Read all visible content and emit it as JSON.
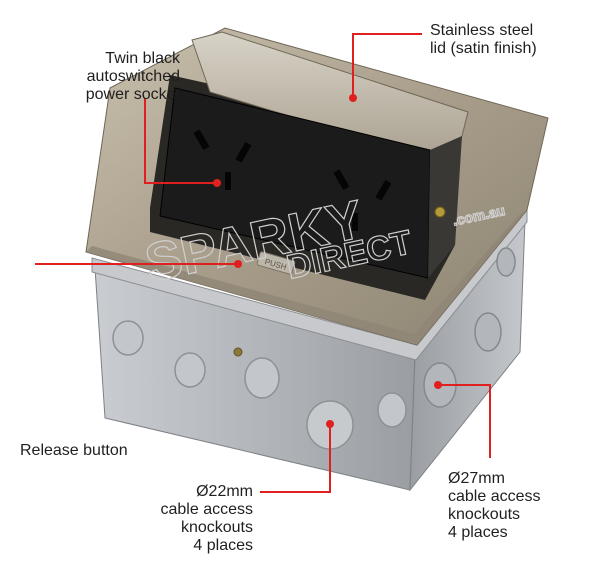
{
  "labels": {
    "lid": [
      "Stainless steel",
      "lid (satin finish)"
    ],
    "socket": [
      "Twin black",
      "autoswitched",
      "power socket"
    ],
    "release": [
      "Release button"
    ],
    "knockout22": [
      "Ø22mm",
      "cable access",
      "knockouts",
      "4 places"
    ],
    "knockout27": [
      "Ø27mm",
      "cable access",
      "knockouts",
      "4 places"
    ]
  },
  "button_text": "PUSH",
  "watermark": {
    "main": "SPARKY",
    "sub": "DIRECT",
    "suffix": ".com.au"
  },
  "colors": {
    "leader_line": "#e0201f",
    "text": "#1f1f1f",
    "steel_lid": "#a99f8e",
    "zinc_box": "#b9bcc0",
    "socket": "#1b1b1b"
  }
}
